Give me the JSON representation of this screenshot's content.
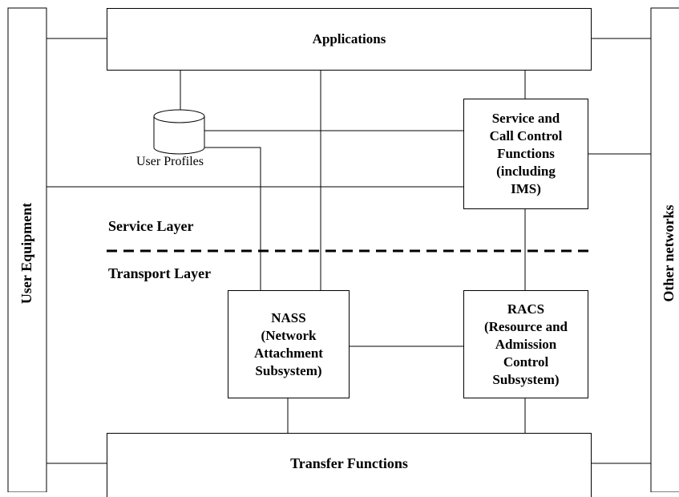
{
  "blocks": {
    "applications": "Applications",
    "scf": "Service and\nCall Control\nFunctions\n(including\nIMS)",
    "nass": "NASS\n(Network\nAttachment\nSubsystem)",
    "racs": "RACS\n(Resource and\nAdmission\nControl\nSubsystem)",
    "transfer": "Transfer Functions",
    "user_equipment": "User Equipment",
    "other_networks": "Other networks"
  },
  "database": {
    "label": "User Profiles"
  },
  "layers": {
    "service": "Service Layer",
    "transport": "Transport Layer"
  }
}
